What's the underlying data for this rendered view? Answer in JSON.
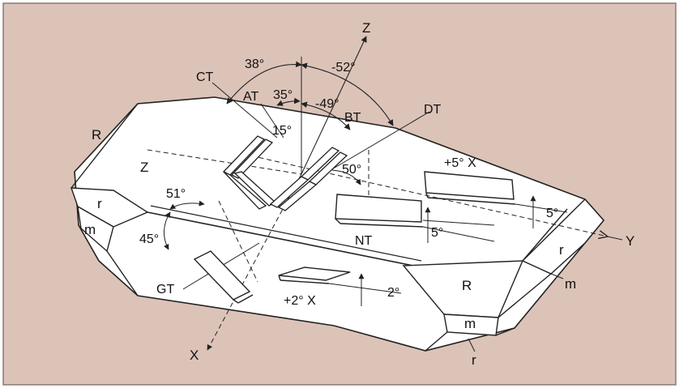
{
  "colors": {
    "background": "#dcc3b8",
    "crystal_face": "#ffffff",
    "line": "#222222",
    "frame": "#8a7a74"
  },
  "axes": {
    "z": "Z",
    "x": "X",
    "y": "Y"
  },
  "faces": {
    "r_left": "r",
    "m_left": "m",
    "R_left": "R",
    "Z_face": "Z",
    "R_right": "R",
    "m_bottom": "m",
    "r_bottom": "r",
    "r_right": "r",
    "m_right": "m"
  },
  "cuts": {
    "ct": "CT",
    "at": "AT",
    "bt": "BT",
    "dt": "DT",
    "gt": "GT",
    "nt": "NT",
    "plus5x": "+5° X",
    "plus2x": "+2° X"
  },
  "angles": {
    "a38": "38°",
    "a52": "-52°",
    "a35": "35°",
    "a49": "-49°",
    "a15": "15°",
    "a50": "50°",
    "a51": "51°",
    "a45": "45°",
    "a5nt": "5°",
    "a5y": "5°",
    "a2": "2°"
  }
}
